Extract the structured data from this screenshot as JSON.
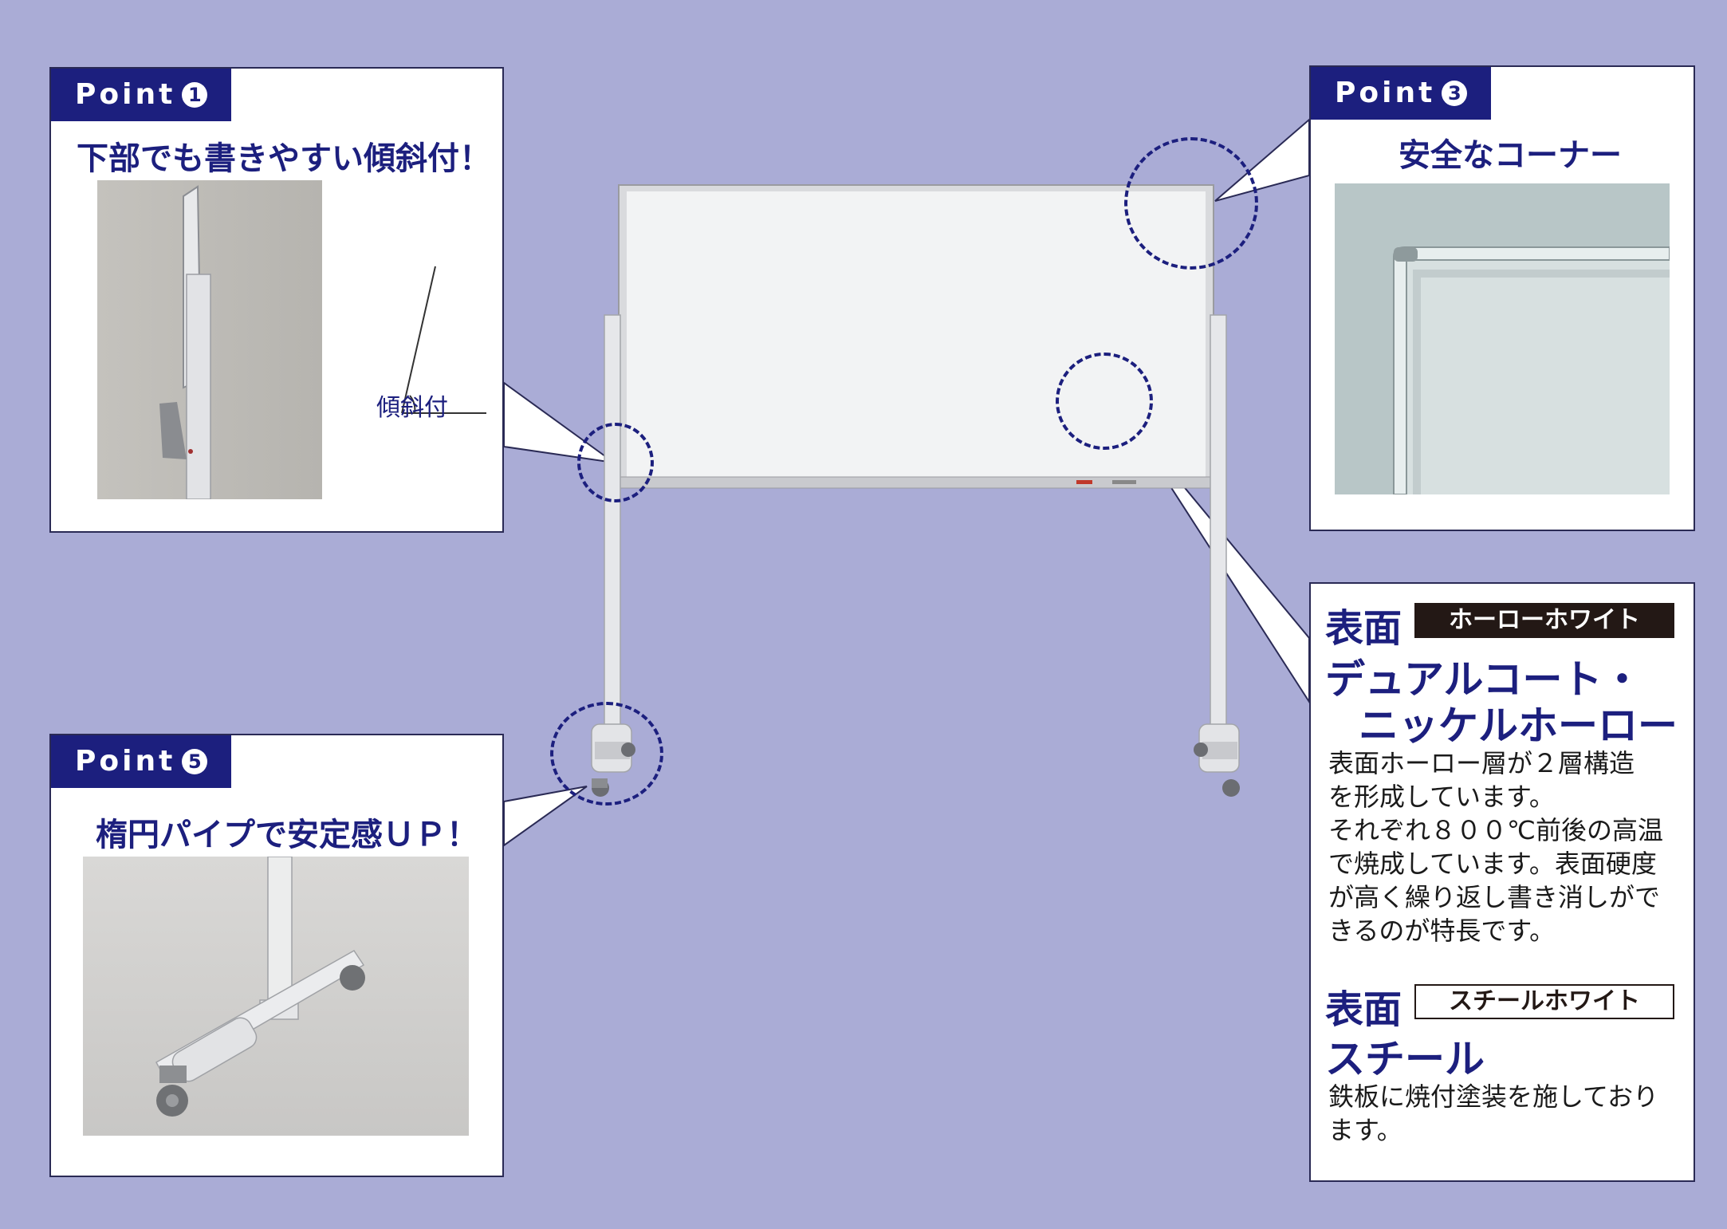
{
  "point1": {
    "tag": "Point",
    "num": "1",
    "title": "下部でも書きやすい傾斜付！",
    "angle_label": "傾斜付"
  },
  "point3": {
    "tag": "Point",
    "num": "3",
    "title": "安全なコーナー"
  },
  "point5": {
    "tag": "Point",
    "num": "5",
    "title": "楕円パイプで安定感ＵＰ！"
  },
  "surface1": {
    "heading": "表面",
    "badge": "ホーローホワイト",
    "name_line1": "デュアルコート・",
    "name_line2": "ニッケルホーロー",
    "desc_lines": [
      "表面ホーロー層が２層構造",
      "を形成しています。",
      "それぞれ８００℃前後の高温",
      "で焼成しています。表面硬度",
      "が高く繰り返し書き消しがで",
      "きるのが特長です。"
    ]
  },
  "surface2": {
    "heading": "表面",
    "badge": "スチールホワイト",
    "name": "スチール",
    "desc_lines": [
      "鉄板に焼付塗装を施しており",
      "ます。"
    ]
  },
  "colors": {
    "background": "#aaacd6",
    "accent": "#1c1f7e",
    "badge_dark": "#231815"
  }
}
